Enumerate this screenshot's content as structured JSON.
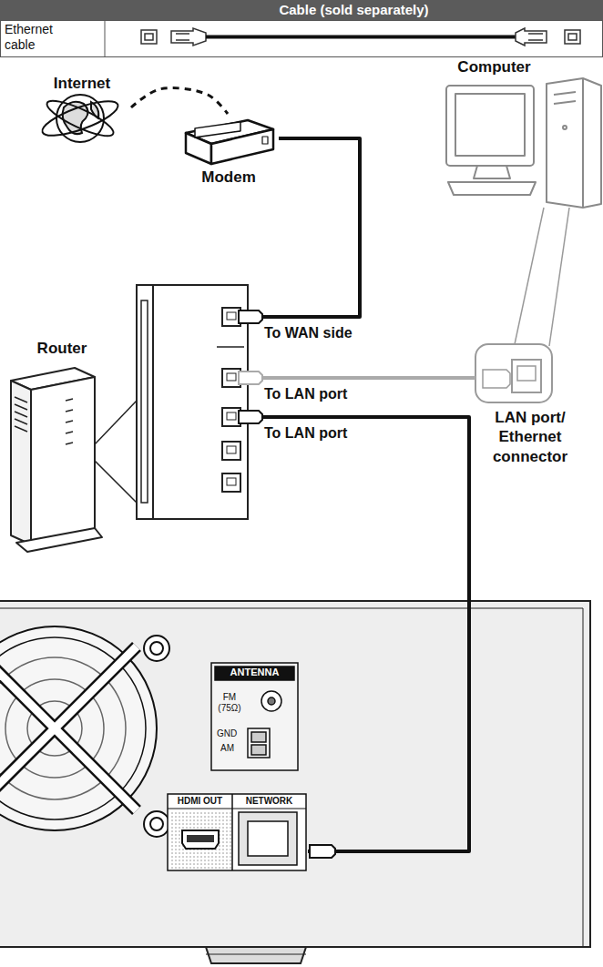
{
  "diagram": {
    "nodes": [
      {
        "text": [
          "Internet"
        ]
      },
      {
        "text": [
          "Modem"
        ]
      },
      {
        "text": [
          "Computer"
        ]
      },
      {
        "text": [
          "Router"
        ]
      },
      {
        "text": [
          "LAN port/ Ethernet connector"
        ]
      },
      {
        "text": [
          "ANTENNA",
          "FM (75Ω)",
          "GND",
          "AM"
        ]
      },
      {
        "text": [
          "HDMI OUT"
        ]
      },
      {
        "text": [
          "NETWORK"
        ]
      }
    ],
    "edges": [
      {
        "from": 0,
        "to": 1,
        "arrow": "none"
      },
      {
        "from": 1,
        "to": 3,
        "label": "To WAN side",
        "arrow": "none"
      },
      {
        "from": 2,
        "to": 4,
        "arrow": "none"
      },
      {
        "from": 4,
        "to": 3,
        "label": "To LAN port",
        "arrow": "none"
      },
      {
        "from": 7,
        "to": 3,
        "label": "To LAN port",
        "arrow": "none"
      }
    ],
    "labels": [
      "Cable (sold separately)",
      "Ethernet cable"
    ]
  }
}
